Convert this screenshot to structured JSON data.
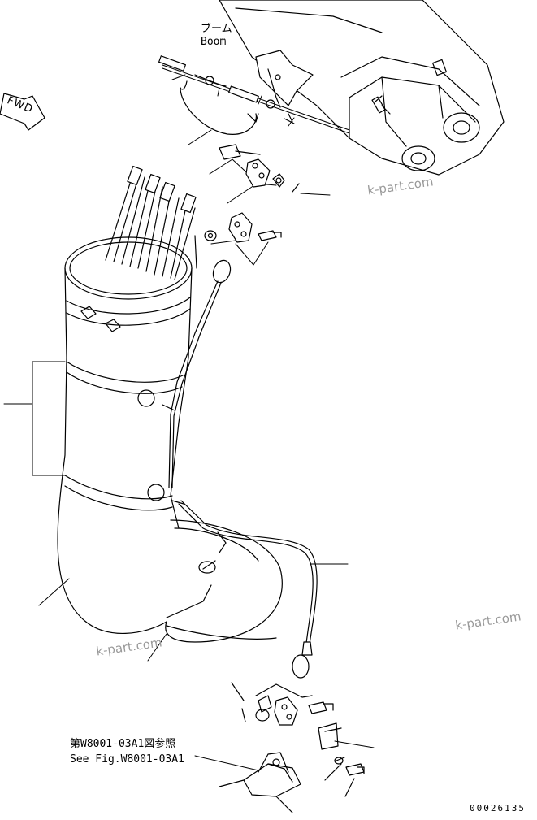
{
  "labels": {
    "boom_jp": "ブーム",
    "boom_en": "Boom",
    "fwd": "FWD",
    "ref_jp": "第W8001-03A1図参照",
    "ref_en": "See Fig.W8001-03A1",
    "drawing_code": "00026135"
  },
  "watermarks": [
    "k-part.com",
    "k-part.com",
    "k-part.com"
  ],
  "colors": {
    "line": "#000000",
    "watermark": "#9a9a9a"
  }
}
